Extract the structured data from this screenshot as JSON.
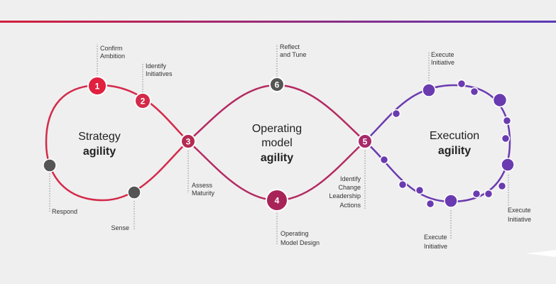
{
  "colors": {
    "strategy": "#d42a4a",
    "operating": "#b42a62",
    "execution": "#6a3bb0",
    "grey_node": "#555555",
    "top_bar_start": "#d41e3c",
    "top_bar_end": "#5a3ab8"
  },
  "loops": {
    "strategy": {
      "line1": "Strategy",
      "line2": "agility"
    },
    "operating": {
      "line1": "Operating",
      "line2": "model",
      "line3": "agility"
    },
    "execution": {
      "line1": "Execution",
      "line2": "agility"
    }
  },
  "steps": [
    {
      "number": "1",
      "lines": [
        "Confirm",
        "Ambition"
      ]
    },
    {
      "number": "2",
      "lines": [
        "Identify",
        "Initiatives"
      ]
    },
    {
      "number": "3",
      "lines": [
        "Assess",
        "Maturity"
      ]
    },
    {
      "number": "4",
      "lines": [
        "Operating",
        "Model Design"
      ]
    },
    {
      "number": "5",
      "lines": [
        "Identify",
        "Change",
        "Leadership",
        "Actions"
      ]
    },
    {
      "number": "6",
      "lines": [
        "Reflect",
        "and Tune"
      ]
    }
  ],
  "other_labels": {
    "respond": "Respond",
    "sense": "Sense",
    "execute_top": [
      "Execute",
      "Initiative"
    ],
    "execute_right": [
      "Execute",
      "Initiative"
    ],
    "execute_bottom": [
      "Execute",
      "Initiative"
    ]
  }
}
